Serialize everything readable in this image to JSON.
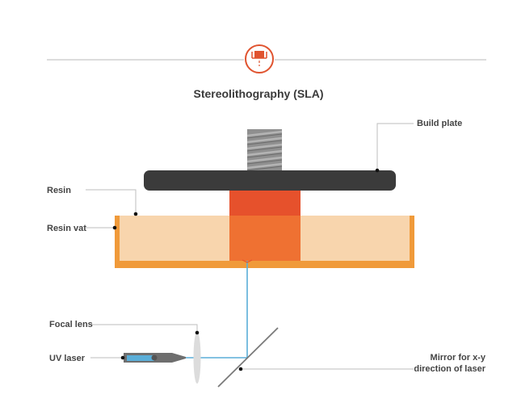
{
  "title": "Stereolithography (SLA)",
  "icon": "sla-printer-icon",
  "colors": {
    "accent": "#e0532f",
    "build_plate": "#3b3b3b",
    "screw": "#8f8f8f",
    "resin": "#f8d5ad",
    "vat": "#f09a3a",
    "cured_top": "#e6512c",
    "cured_bottom": "#ef7132",
    "laser_beam": "#5aaed8",
    "mirror": "#7a7a7a",
    "divider": "#c8c8c8"
  },
  "labels": {
    "build_plate": "Build plate",
    "resin": "Resin",
    "resin_vat": "Resin vat",
    "focal_lens": "Focal lens",
    "uv_laser": "UV laser",
    "mirror_line1": "Mirror for x-y",
    "mirror_line2": "direction of laser"
  }
}
